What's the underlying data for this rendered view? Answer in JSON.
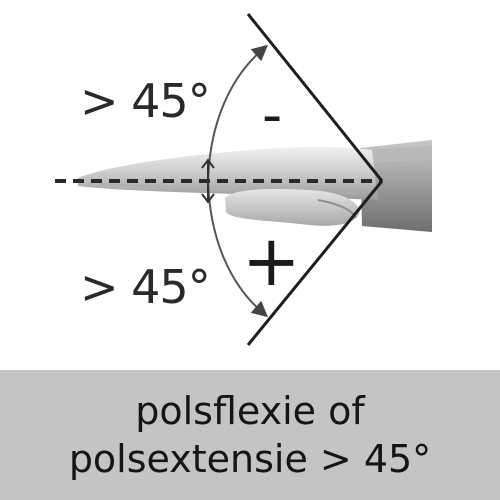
{
  "diagram": {
    "angle_top": "> 45°",
    "angle_bottom": "> 45°",
    "sign_minus": "-",
    "sign_plus": "+"
  },
  "caption": {
    "line1": "polsflexie of",
    "line2": "polsextensie > 45°"
  },
  "colors": {
    "caption_bg": "#c4c4c4",
    "line": "#222222",
    "hand_light": "#d8d8d8",
    "hand_dark": "#8a8a8a"
  }
}
